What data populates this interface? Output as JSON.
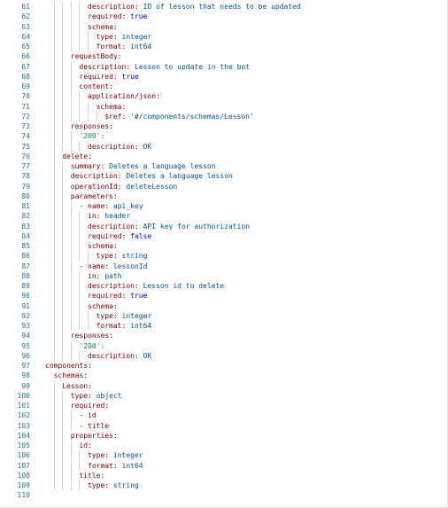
{
  "editor": {
    "lines": [
      {
        "no": "61",
        "indent": 5,
        "key": "description:",
        "val": " ID of lesson that needs to be updated",
        "t": "v"
      },
      {
        "no": "62",
        "indent": 5,
        "key": "required:",
        "val": " true",
        "t": "b"
      },
      {
        "no": "63",
        "indent": 5,
        "key": "schema:",
        "val": "",
        "t": "v"
      },
      {
        "no": "64",
        "indent": 6,
        "key": "type:",
        "val": " integer",
        "t": "v"
      },
      {
        "no": "65",
        "indent": 6,
        "key": "format:",
        "val": " int64",
        "t": "v"
      },
      {
        "no": "66",
        "indent": 3,
        "key": "requestBody:",
        "val": "",
        "t": "v"
      },
      {
        "no": "67",
        "indent": 4,
        "key": "description:",
        "val": " Lesson to update in the bot",
        "t": "v"
      },
      {
        "no": "68",
        "indent": 4,
        "key": "required:",
        "val": " true",
        "t": "b"
      },
      {
        "no": "69",
        "indent": 4,
        "key": "content:",
        "val": "",
        "t": "v"
      },
      {
        "no": "70",
        "indent": 5,
        "key": "application/json:",
        "val": "",
        "t": "v"
      },
      {
        "no": "71",
        "indent": 6,
        "key": "schema:",
        "val": "",
        "t": "v"
      },
      {
        "no": "72",
        "indent": 7,
        "key": "$ref:",
        "val": " '#/components/schemas/Lesson'",
        "t": "v"
      },
      {
        "no": "73",
        "indent": 3,
        "key": "responses:",
        "val": "",
        "t": "v"
      },
      {
        "no": "74",
        "indent": 4,
        "key": "'200':",
        "val": "",
        "t": "n"
      },
      {
        "no": "75",
        "indent": 5,
        "key": "description:",
        "val": " OK",
        "t": "v"
      },
      {
        "no": "76",
        "indent": 2,
        "key": "delete:",
        "val": "",
        "t": "v"
      },
      {
        "no": "77",
        "indent": 3,
        "key": "summary:",
        "val": " Deletes a language lesson",
        "t": "v"
      },
      {
        "no": "78",
        "indent": 3,
        "key": "description:",
        "val": " Deletes a language lesson",
        "t": "v"
      },
      {
        "no": "79",
        "indent": 3,
        "key": "operationId:",
        "val": " deleteLesson",
        "t": "v"
      },
      {
        "no": "80",
        "indent": 3,
        "key": "parameters:",
        "val": "",
        "t": "v"
      },
      {
        "no": "81",
        "indent": 4,
        "key": "- name:",
        "val": " api_key",
        "t": "v"
      },
      {
        "no": "82",
        "indent": 5,
        "key": "in:",
        "val": " header",
        "t": "v"
      },
      {
        "no": "83",
        "indent": 5,
        "key": "description:",
        "val": " API key for authorization",
        "t": "v"
      },
      {
        "no": "84",
        "indent": 5,
        "key": "required:",
        "val": " false",
        "t": "b"
      },
      {
        "no": "85",
        "indent": 5,
        "key": "schema:",
        "val": "",
        "t": "v"
      },
      {
        "no": "86",
        "indent": 6,
        "key": "type:",
        "val": " string",
        "t": "v"
      },
      {
        "no": "87",
        "indent": 4,
        "key": "- name:",
        "val": " lessonId",
        "t": "v"
      },
      {
        "no": "88",
        "indent": 5,
        "key": "in:",
        "val": " path",
        "t": "v"
      },
      {
        "no": "89",
        "indent": 5,
        "key": "description:",
        "val": " Lesson id to delete",
        "t": "v"
      },
      {
        "no": "90",
        "indent": 5,
        "key": "required:",
        "val": " true",
        "t": "b"
      },
      {
        "no": "91",
        "indent": 5,
        "key": "schema:",
        "val": "",
        "t": "v"
      },
      {
        "no": "92",
        "indent": 6,
        "key": "type:",
        "val": " integer",
        "t": "v"
      },
      {
        "no": "93",
        "indent": 6,
        "key": "format:",
        "val": " int64",
        "t": "v"
      },
      {
        "no": "94",
        "indent": 3,
        "key": "responses:",
        "val": "",
        "t": "v"
      },
      {
        "no": "95",
        "indent": 4,
        "key": "'200':",
        "val": "",
        "t": "n"
      },
      {
        "no": "96",
        "indent": 5,
        "key": "description:",
        "val": " OK",
        "t": "v"
      },
      {
        "no": "97",
        "indent": 0,
        "key": "components:",
        "val": "",
        "t": "v"
      },
      {
        "no": "98",
        "indent": 1,
        "key": "schemas:",
        "val": "",
        "t": "v"
      },
      {
        "no": "99",
        "indent": 2,
        "key": "Lesson:",
        "val": "",
        "t": "v"
      },
      {
        "no": "100",
        "indent": 3,
        "key": "type:",
        "val": " object",
        "t": "v"
      },
      {
        "no": "101",
        "indent": 3,
        "key": "required:",
        "val": "",
        "t": "v"
      },
      {
        "no": "102",
        "indent": 4,
        "key": "- id",
        "val": "",
        "t": "v"
      },
      {
        "no": "103",
        "indent": 4,
        "key": "- title",
        "val": "",
        "t": "v"
      },
      {
        "no": "104",
        "indent": 3,
        "key": "properties:",
        "val": "",
        "t": "v"
      },
      {
        "no": "105",
        "indent": 4,
        "key": "id:",
        "val": "",
        "t": "v"
      },
      {
        "no": "106",
        "indent": 5,
        "key": "type:",
        "val": " integer",
        "t": "v"
      },
      {
        "no": "107",
        "indent": 5,
        "key": "format:",
        "val": " int64",
        "t": "v"
      },
      {
        "no": "108",
        "indent": 4,
        "key": "title:",
        "val": "",
        "t": "v"
      },
      {
        "no": "109",
        "indent": 5,
        "key": "type:",
        "val": " string",
        "t": "v"
      },
      {
        "no": "110",
        "indent": 0,
        "key": "",
        "val": "",
        "t": "v"
      }
    ]
  }
}
